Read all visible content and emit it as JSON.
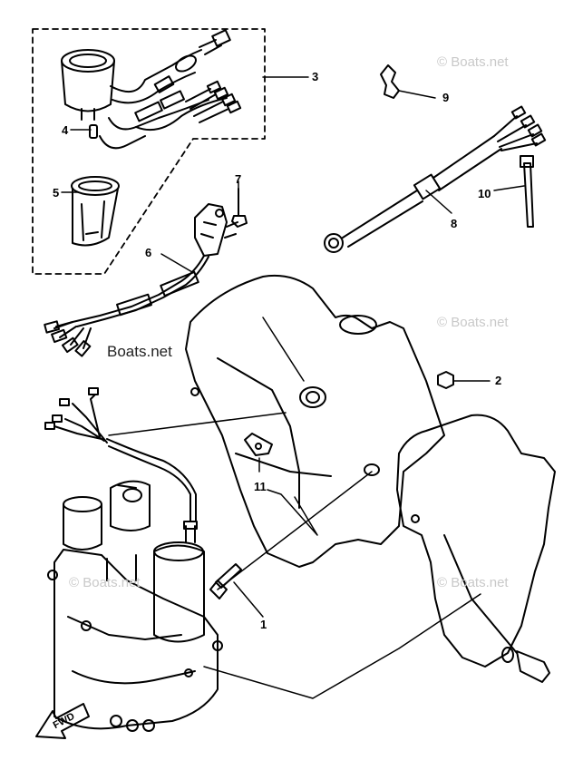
{
  "callouts": {
    "c1": "1",
    "c2": "2",
    "c3": "3",
    "c4": "4",
    "c5": "5",
    "c6": "6",
    "c7": "7",
    "c8": "8",
    "c9": "9",
    "c10": "10",
    "c11": "11"
  },
  "watermarks": {
    "wm1": "© Boats.net",
    "wm2": "© Boats.net",
    "wm3": "© Boats.net",
    "wm4": "© Boats.net",
    "wm_dark": "Boats.net"
  },
  "fwd_label": "FWD",
  "colors": {
    "line": "#000000",
    "watermark": "#c9c9c9",
    "background": "#ffffff"
  }
}
